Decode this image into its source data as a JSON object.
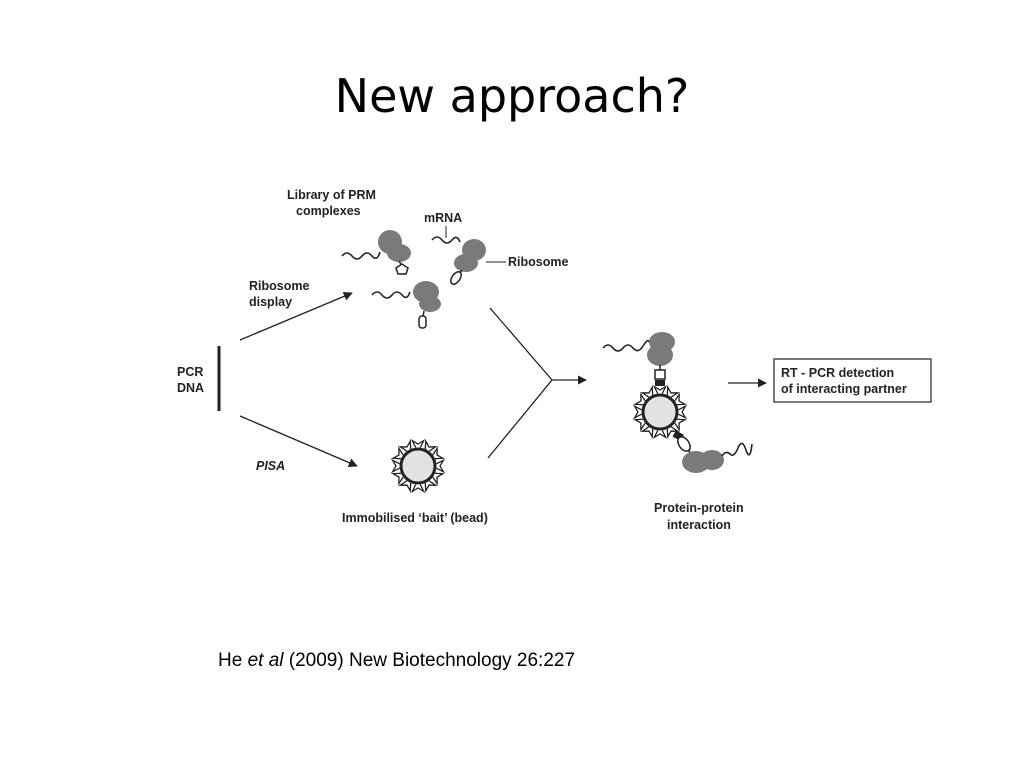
{
  "slide": {
    "title": "New approach?"
  },
  "diagram": {
    "labels": {
      "pcr_line1": "PCR",
      "pcr_line2": "DNA",
      "ribosome_display_line1": "Ribosome",
      "ribosome_display_line2": "display",
      "library_line1": "Library of PRM",
      "library_line2": "complexes",
      "mrna": "mRNA",
      "ribosome": "Ribosome",
      "pisa": "PISA",
      "bait": "Immobilised ‘bait’ (bead)",
      "interaction_line1": "Protein-protein",
      "interaction_line2": "interaction",
      "result_line1": "RT - PCR detection",
      "result_line2": "of interacting partner"
    },
    "colors": {
      "ink": "#222222",
      "ribosome": "#7a7a7a",
      "bead_fill": "#e2e2e2"
    }
  },
  "citation": {
    "author": "He ",
    "etal": "et al",
    "rest": " (2009) New Biotechnology 26:227"
  }
}
